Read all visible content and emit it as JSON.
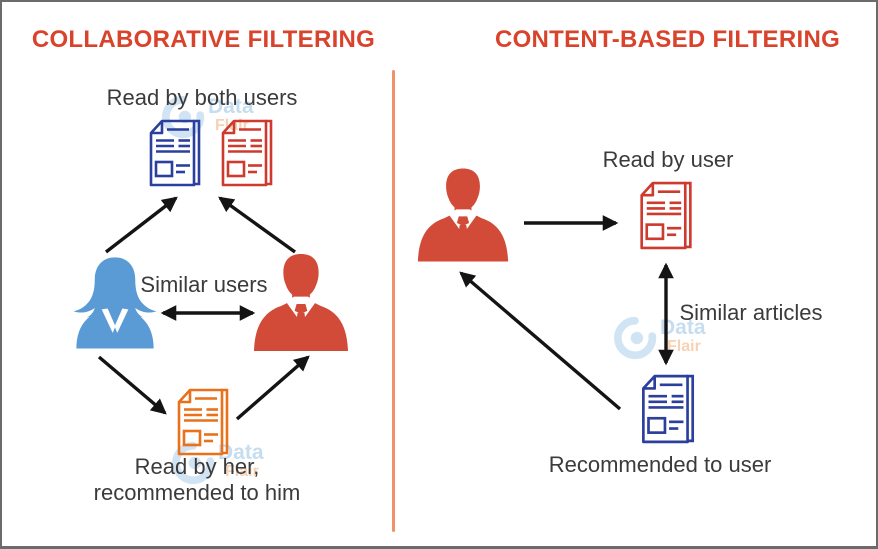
{
  "left_panel": {
    "title": "COLLABORATIVE FILTERING",
    "read_by_both": "Read by both users",
    "similar_users": "Similar users",
    "read_by_her_line1": "Read by her,",
    "read_by_her_line2": "recommended to him"
  },
  "right_panel": {
    "title": "CONTENT-BASED FILTERING",
    "read_by_user": "Read by user",
    "similar_articles": "Similar articles",
    "recommended_to_user": "Recommended to user"
  },
  "watermark": {
    "word_top": "Data",
    "word_bottom": "Flair"
  },
  "colors": {
    "title_red": "#D9432C",
    "divider_orange": "#F0916B",
    "body_text": "#3B3B3B",
    "arrow_black": "#141414",
    "document_blue": "#2B3F9C",
    "document_red": "#CE3A2E",
    "document_orange": "#E8711A",
    "person_woman_blue": "#5B9BD5",
    "person_man_red": "#D14B38",
    "watermark_blue": "#C3DCF0",
    "watermark_orange": "#F7CFB0"
  },
  "icons": {
    "left": [
      "document-icon-blue",
      "document-icon-red",
      "user-woman-icon",
      "user-man-icon",
      "document-icon-orange"
    ],
    "right": [
      "user-man-icon",
      "document-icon-red",
      "document-icon-blue"
    ],
    "watermark": "dataflair-swirl-icon"
  },
  "relations": [
    {
      "panel": "collaborative",
      "from": "woman-user",
      "to": "blue-document",
      "type": "arrow"
    },
    {
      "panel": "collaborative",
      "from": "man-user",
      "to": "red-document",
      "type": "arrow"
    },
    {
      "panel": "collaborative",
      "from": "woman-user",
      "to": "man-user",
      "type": "double-arrow",
      "label": "Similar users"
    },
    {
      "panel": "collaborative",
      "from": "woman-user",
      "to": "orange-document",
      "type": "arrow"
    },
    {
      "panel": "collaborative",
      "from": "orange-document",
      "to": "man-user",
      "type": "arrow"
    },
    {
      "panel": "content-based",
      "from": "man-user",
      "to": "red-document",
      "type": "arrow"
    },
    {
      "panel": "content-based",
      "from": "red-document",
      "to": "blue-document",
      "type": "double-arrow",
      "label": "Similar articles"
    },
    {
      "panel": "content-based",
      "from": "blue-document",
      "to": "man-user",
      "type": "arrow"
    }
  ]
}
